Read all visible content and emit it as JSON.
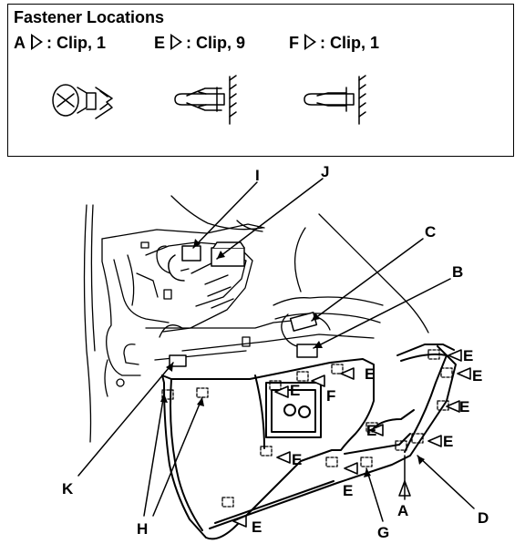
{
  "legend": {
    "title": "Fastener Locations",
    "fasteners": [
      {
        "letter": "A",
        "text": ": Clip, 1",
        "icon": "screw-clip-icon"
      },
      {
        "letter": "E",
        "text": ": Clip, 9",
        "icon": "push-clip-icon"
      },
      {
        "letter": "F",
        "text": ": Clip, 1",
        "icon": "push-clip-icon"
      }
    ]
  },
  "callouts": {
    "I": "I",
    "J": "J",
    "C": "C",
    "B": "B",
    "K": "K",
    "H": "H",
    "G": "G",
    "A": "A",
    "D": "D",
    "E": "E",
    "F": "F"
  }
}
